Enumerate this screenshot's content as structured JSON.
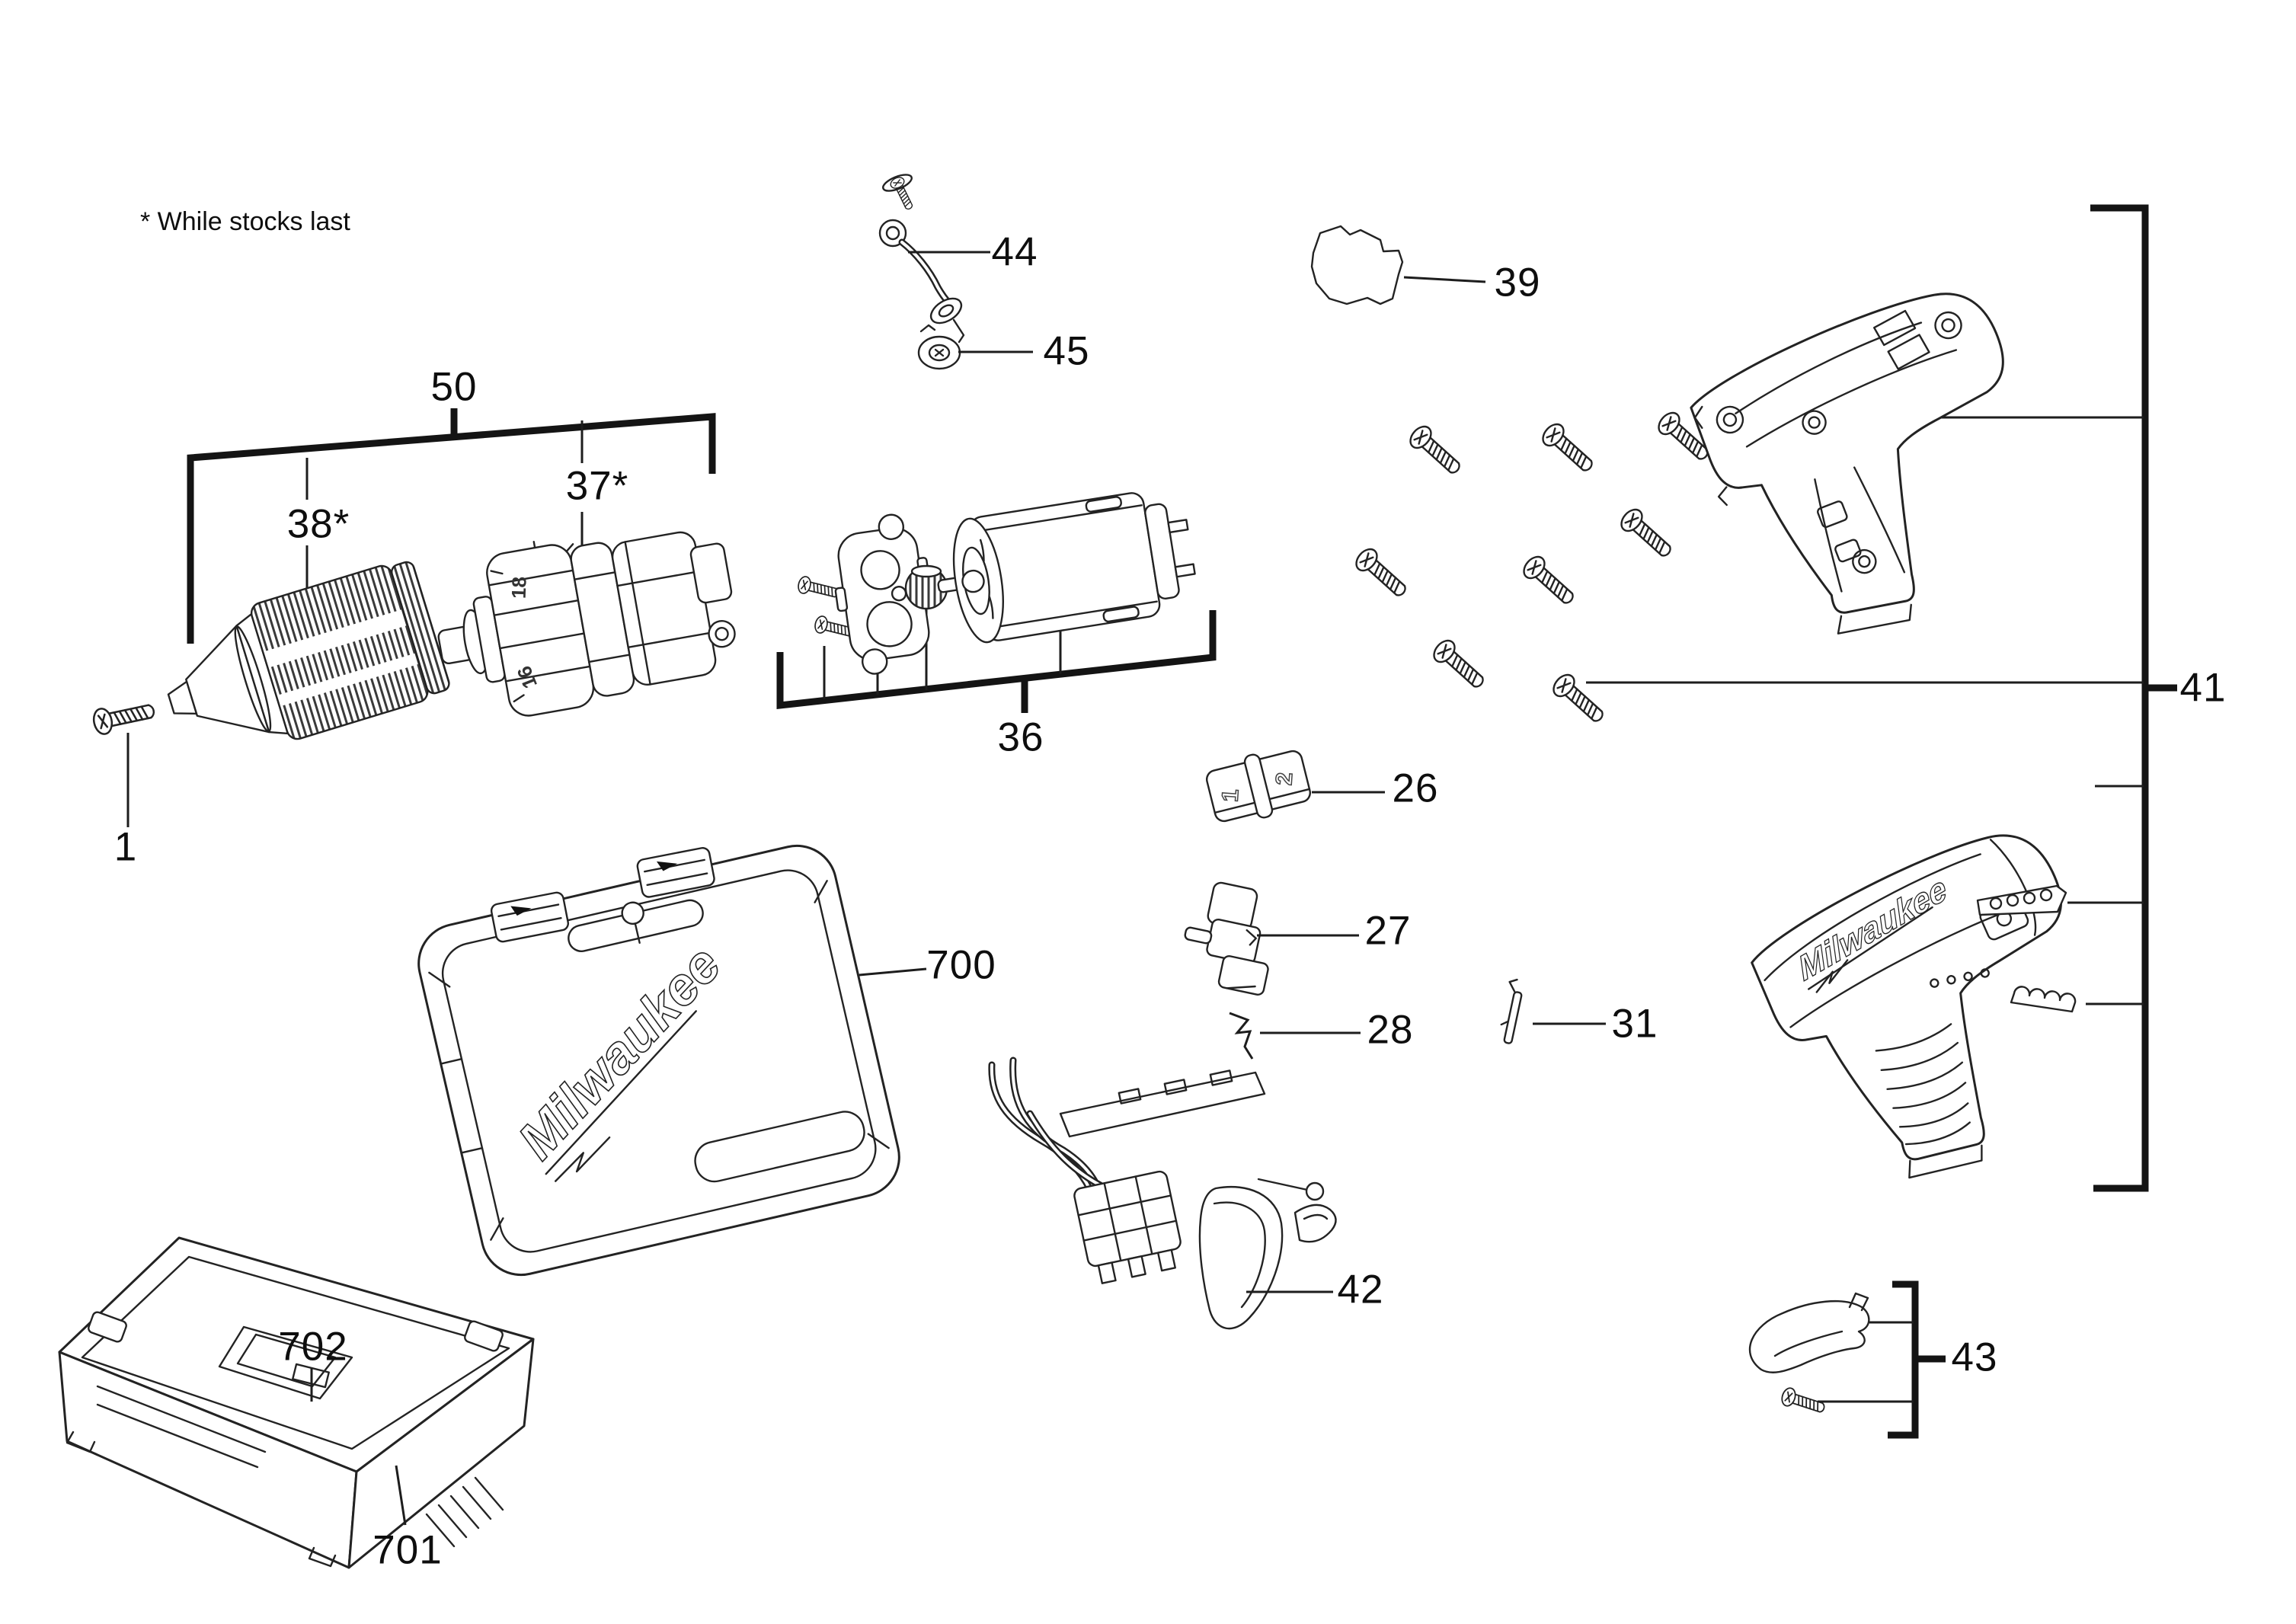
{
  "note": "* While stocks last",
  "brand": "Milwaukee",
  "labels": {
    "p1": "1",
    "p26": "26",
    "p27": "27",
    "p28": "28",
    "p31": "31",
    "p36": "36",
    "p37": "37*",
    "p38": "38*",
    "p39": "39",
    "p41": "41",
    "p42": "42",
    "p43": "43",
    "p44": "44",
    "p45": "45",
    "p50": "50",
    "p700": "700",
    "p701": "701",
    "p702": "702"
  },
  "part_markings": {
    "selector_low": "1",
    "selector_high": "2",
    "clutch_a": "18",
    "clutch_b": "16"
  },
  "colors": {
    "line": "#232323",
    "background": "#ffffff"
  }
}
